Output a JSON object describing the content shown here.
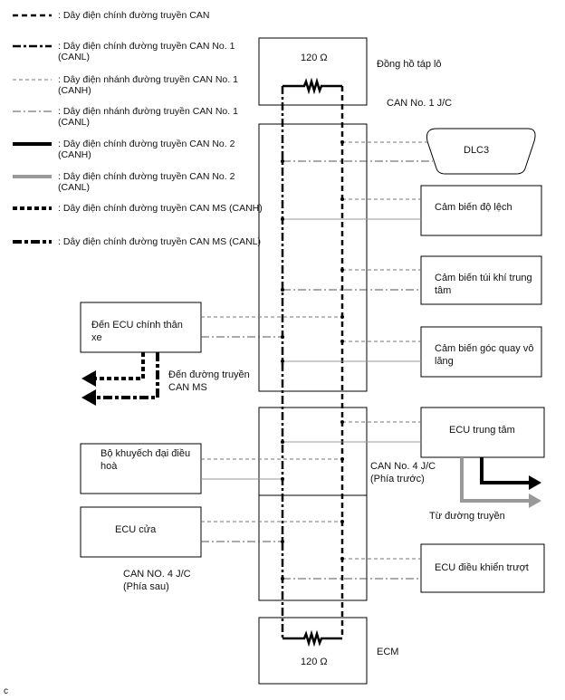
{
  "legend": [
    {
      "style": "bold-dash",
      "text": ": Dây điện chính đường truyền CAN"
    },
    {
      "style": "bold-dashdot",
      "text": ": Dây điện chính đường truyền CAN No. 1 (CANL)"
    },
    {
      "style": "thin-dash",
      "text": ": Dây điện nhánh đường truyền CAN No. 1 (CANH)"
    },
    {
      "style": "thin-dashdot",
      "text": ": Dây điện nhánh đường truyền CAN No. 1 (CANL)"
    },
    {
      "style": "solid-black",
      "text": ": Dây điện chính đường truyền CAN No. 2 (CANH)"
    },
    {
      "style": "solid-gray",
      "text": ": Dây điện chính đường truyền CAN No. 2 (CANL)"
    },
    {
      "style": "dotted-black",
      "text": ": Dây điện chính đường truyền CAN MS (CANH)"
    },
    {
      "style": "dashdot-black",
      "text": ": Dây điện chính đường truyền CAN MS (CANL)"
    }
  ],
  "resistor_top": "120 Ω",
  "resistor_bottom": "120 Ω",
  "combination_meter": "Đồng hồ táp lô",
  "can1_jc": "CAN No. 1 J/C",
  "dlc3": "DLC3",
  "yaw_sensor": "Cảm biến độ lệch",
  "airbag_sensor": "Cảm biến túi khí trung tâm",
  "steering_sensor": "Cảm biến góc quay vô lăng",
  "body_ecu": "Đến ECU chính thân xe",
  "to_can_ms": "Đến đường truyền CAN MS",
  "gateway_ecu": "ECU trung tâm",
  "can4_front": "CAN No. 4 J/C (Phía trước)",
  "from_line": "Từ đường truyền",
  "ac_amp": "Bộ khuyếch đại điều hoà",
  "door_ecu": "ECU cửa",
  "can4_rear": "CAN NO. 4 J/C (Phía sau)",
  "skid_ecu": "ECU điều khiển trượt",
  "ecm": "ECM",
  "corner_mark": "c",
  "colors": {
    "line": "#000000",
    "gray": "#999999"
  }
}
